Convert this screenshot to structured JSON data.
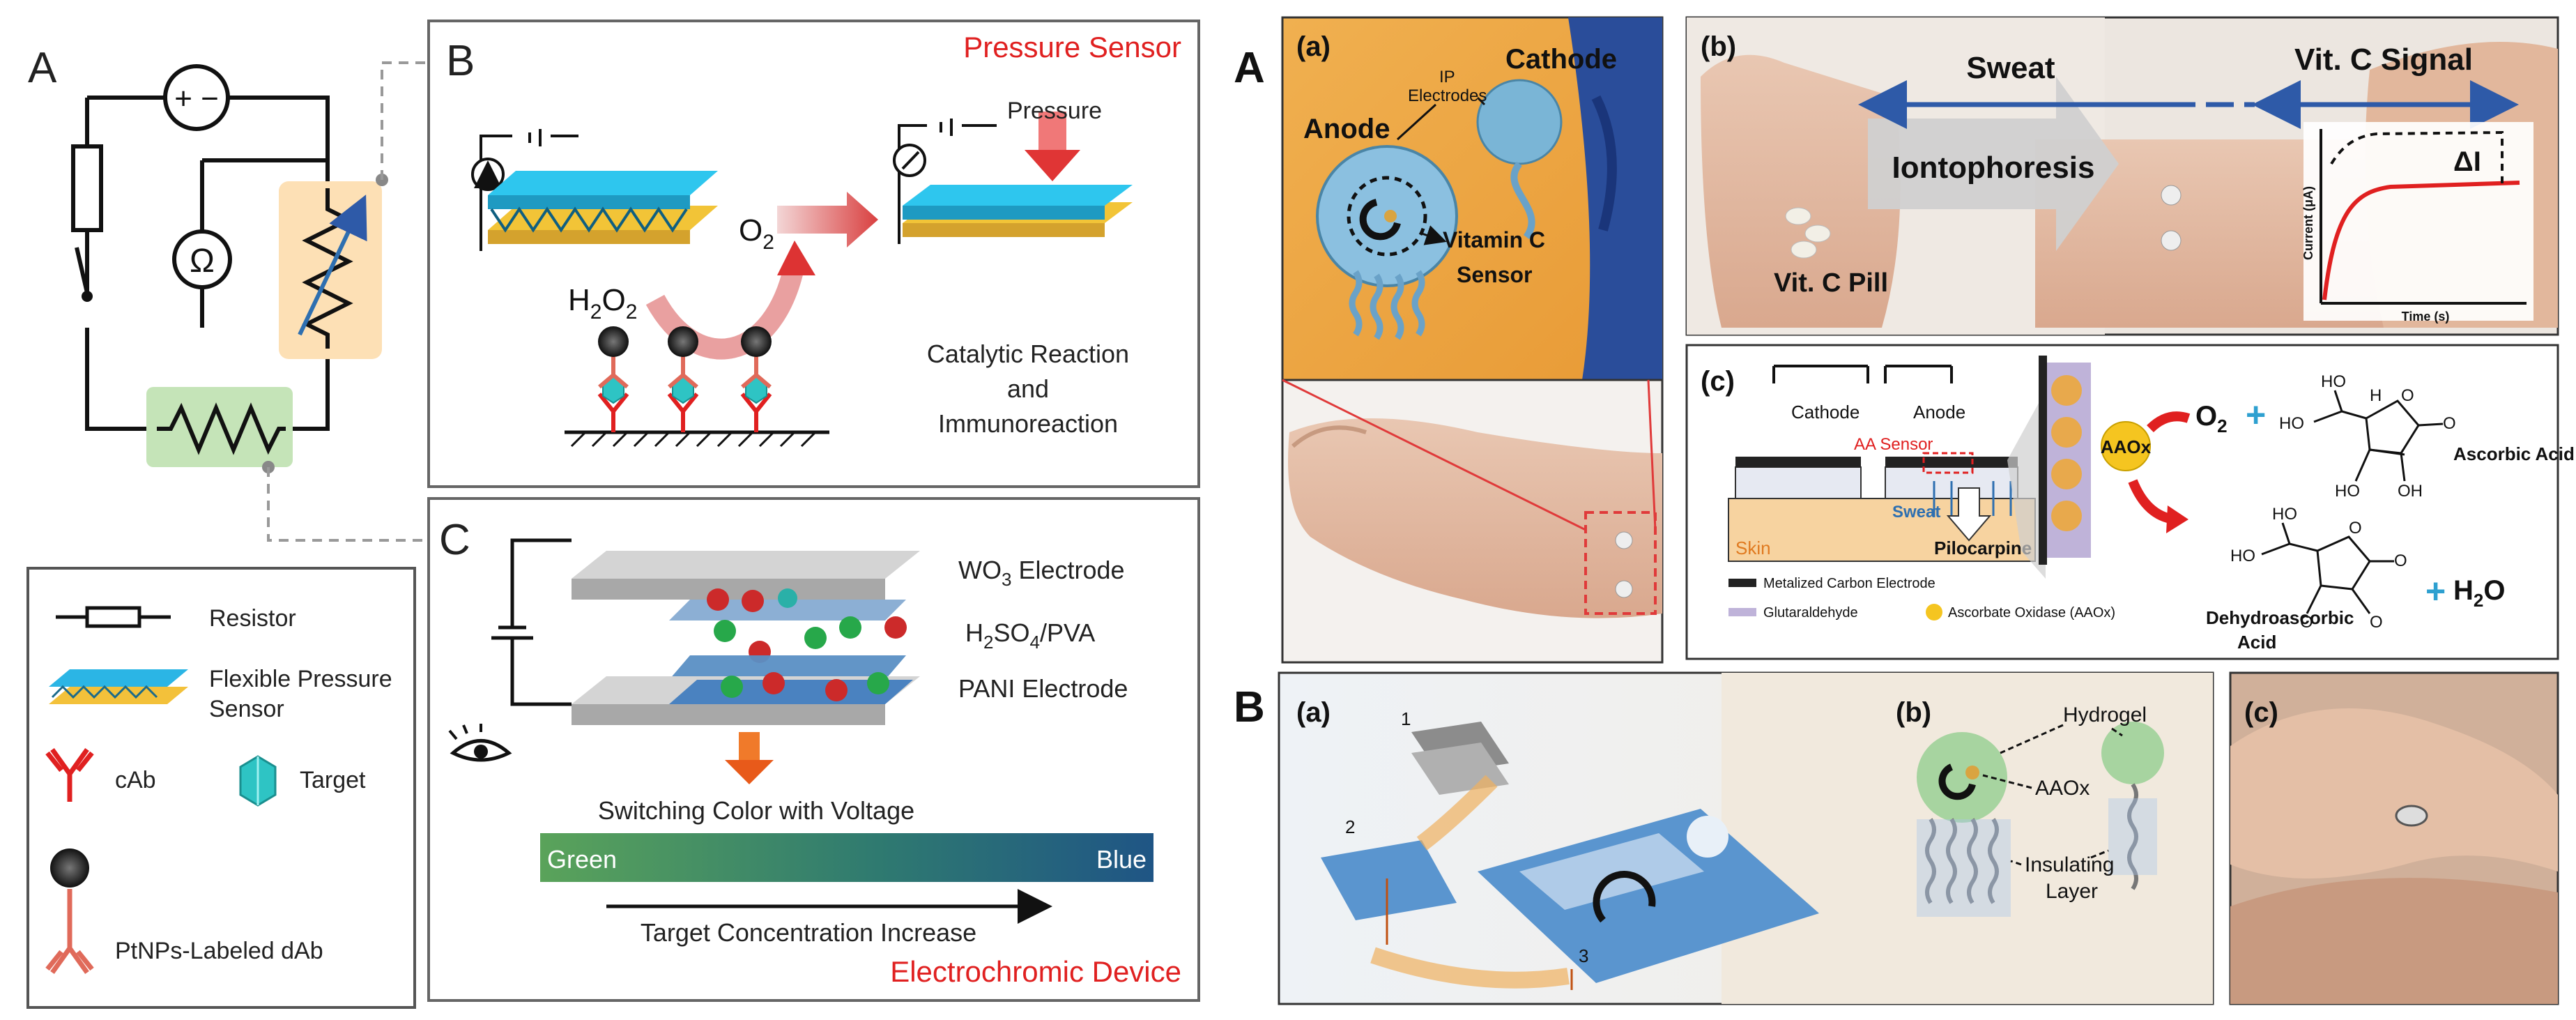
{
  "left": {
    "panel_a_letter": "A",
    "panel_b_letter": "B",
    "panel_c_letter": "C",
    "circuit": {
      "ohm_symbol": "Ω",
      "source_symbol": "+ −"
    },
    "pressure": {
      "title": "Pressure Sensor",
      "arrow_label": "Pressure",
      "h2o2": "H",
      "h2o2_sub": "2",
      "h2o2_o": "O",
      "h2o2_sub2": "2",
      "o2": "O",
      "o2_sub": "2",
      "reaction_line1": "Catalytic Reaction",
      "reaction_line2": "and",
      "reaction_line3": "Immunoreaction"
    },
    "electrochromic": {
      "wo3_main": "WO",
      "wo3_sub": "3",
      "wo3_rest": " Electrode",
      "electrolyte_a": "H",
      "electrolyte_sub1": "2",
      "electrolyte_b": "SO",
      "electrolyte_sub2": "4",
      "electrolyte_c": "/PVA",
      "pani": "PANI Electrode",
      "switching": "Switching Color with Voltage",
      "green": "Green",
      "blue": "Blue",
      "concentration": "Target Concentration Increase",
      "device": "Electrochromic Device"
    },
    "legend": {
      "resistor": "Resistor",
      "flexible_line1": "Flexible Pressure",
      "flexible_line2": "Sensor",
      "cab": "cAb",
      "target": "Target",
      "ptnps": "PtNPs-Labeled dAb"
    },
    "colors": {
      "red": "#e02020",
      "cyan": "#29c0e0",
      "green": "#5a9e55",
      "blue": "#2a5f8a"
    }
  },
  "right": {
    "a_letter": "A",
    "b_letter": "B",
    "a1": {
      "label": "(a)",
      "cathode": "Cathode",
      "anode": "Anode",
      "ip1": "IP",
      "ip2": "Electrodes",
      "vitc1": "Vitamin C",
      "vitc2": "Sensor"
    },
    "b1": {
      "label": "(b)",
      "sweat": "Sweat",
      "vitc_signal": "Vit. C Signal",
      "iontophoresis": "Iontophoresis",
      "pill": "Vit. C Pill",
      "delta": "ΔI",
      "ylabel": "Current (μA)",
      "xlabel": "Time (s)"
    },
    "c1": {
      "label": "(c)",
      "cathode": "Cathode",
      "anode": "Anode",
      "aa_sensor": "AA Sensor",
      "sweat": "Sweat",
      "skin": "Skin",
      "pilocarpine": "Pilocarpine",
      "aaox": "AAOx",
      "o2": "O",
      "o2_sub": "2",
      "plus": "+",
      "h2o": "H",
      "h2o_sub": "2",
      "h2o_o": "O",
      "ascorbic": "Ascorbic Acid",
      "dehydro1": "Dehydroascorbic",
      "dehydro2": "Acid",
      "ho1": "HO",
      "ho2": "HO",
      "ho3": "HO",
      "ho4": "HO",
      "oh1": "OH",
      "h": "H",
      "o1": "O",
      "o2b": "O",
      "o3": "O",
      "o4": "O",
      "o5": "O",
      "o6": "O",
      "leg_carbon": "Metalized Carbon Electrode",
      "leg_glut": "Glutaraldehyde",
      "leg_aaox": "Ascorbate Oxidase (AAOx)"
    },
    "b_panel": {
      "a_label": "(a)",
      "b_label": "(b)",
      "c_label": "(c)",
      "n1": "1",
      "n2": "2",
      "n3": "3",
      "hydrogel": "Hydrogel",
      "aaox": "AAOx",
      "insulating1": "Insulating",
      "insulating2": "Layer"
    }
  }
}
